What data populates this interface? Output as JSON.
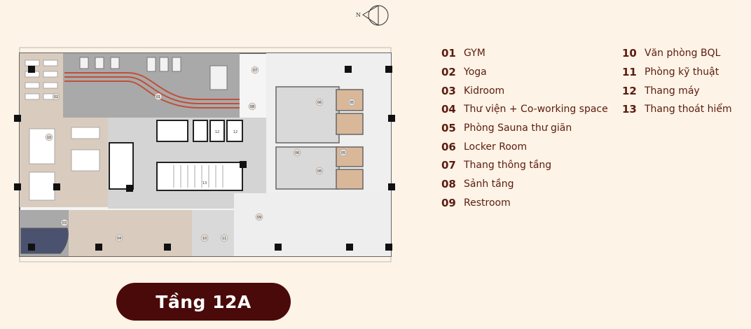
{
  "compass": {
    "north_label": "N"
  },
  "floor": {
    "title": "Tầng 12A"
  },
  "legend": [
    {
      "num": "01",
      "label": "GYM"
    },
    {
      "num": "02",
      "label": "Yoga"
    },
    {
      "num": "03",
      "label": "Kidroom"
    },
    {
      "num": "04",
      "label": "Thư viện + Co-working space"
    },
    {
      "num": "05",
      "label": "Phòng Sauna thư giãn"
    },
    {
      "num": "06",
      "label": "Locker Room"
    },
    {
      "num": "07",
      "label": "Thang thông tầng"
    },
    {
      "num": "08",
      "label": "Sảnh tầng"
    },
    {
      "num": "09",
      "label": "Restroom"
    },
    {
      "num": "10",
      "label": "Văn phòng BQL"
    },
    {
      "num": "11",
      "label": "Phòng kỹ thuật"
    },
    {
      "num": "12",
      "label": "Thang máy"
    },
    {
      "num": "13",
      "label": "Thang thoát hiểm"
    }
  ],
  "plan_markers": {
    "m01": "01",
    "m02": "02",
    "m03": "03",
    "m04": "04",
    "m05a": "05",
    "m05b": "05",
    "m06a": "06",
    "m06b": "06",
    "m06c": "06",
    "m07": "07",
    "m08": "08",
    "m09": "09",
    "m10a": "10",
    "m10b": "10",
    "m11": "11",
    "m12a": "12",
    "m12b": "12",
    "m13": "13"
  },
  "colors": {
    "background": "#fdf3e6",
    "accent": "#4a0a0a",
    "legend_text": "#5a1c10",
    "running_track": "#c0503a"
  }
}
